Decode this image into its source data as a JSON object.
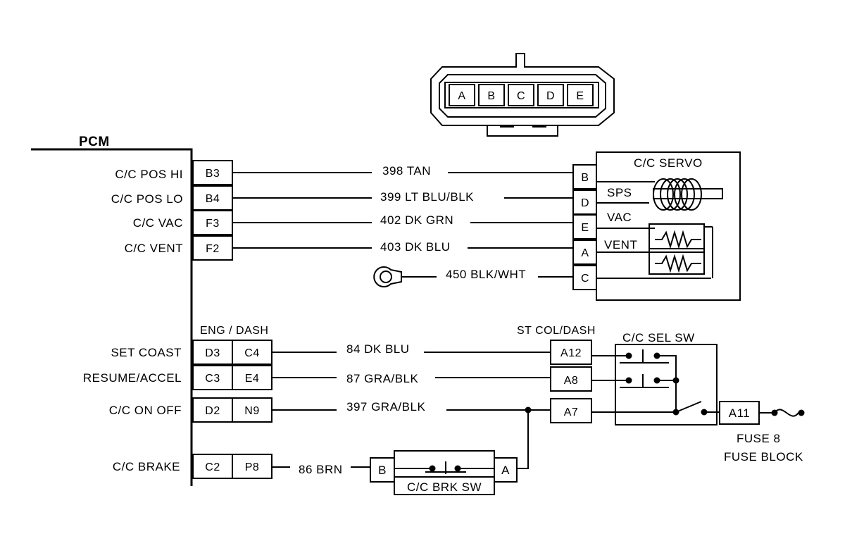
{
  "pcm": {
    "title": "PCM",
    "labels": {
      "pos_hi": "C/C POS HI",
      "pos_lo": "C/C POS LO",
      "vac": "C/C VAC",
      "vent": "C/C VENT",
      "set_coast": "SET COAST",
      "resume_accel": "RESUME/ACCEL",
      "on_off": "C/C ON  OFF",
      "brake": "C/C BRAKE"
    },
    "pins": {
      "b3": "B3",
      "b4": "B4",
      "f3": "F3",
      "f2": "F2",
      "d3": "D3",
      "c3": "C3",
      "d2": "D2",
      "c2": "C2"
    }
  },
  "eng_dash": {
    "title": "ENG / DASH",
    "pins": {
      "c4": "C4",
      "e4": "E4",
      "n9": "N9",
      "p8": "P8"
    }
  },
  "connector_pins": [
    "A",
    "B",
    "C",
    "D",
    "E"
  ],
  "wires": {
    "w398": "398 TAN",
    "w399": "399 LT BLU/BLK",
    "w402": "402 DK GRN",
    "w403": "403 DK BLU",
    "w450": "450 BLK/WHT",
    "w84": "84 DK BLU",
    "w87": "87 GRA/BLK",
    "w397": "397 GRA/BLK",
    "w86": "86 BRN"
  },
  "servo": {
    "title": "C/C SERVO",
    "pins": {
      "b": "B",
      "d": "D",
      "e": "E",
      "a": "A",
      "c": "C"
    },
    "labels": {
      "sps": "SPS",
      "vac": "VAC",
      "vent": "VENT"
    }
  },
  "st_col_dash": {
    "title": "ST COL/DASH",
    "pins": {
      "a12": "A12",
      "a8": "A8",
      "a7": "A7"
    }
  },
  "sel_sw": {
    "title": "C/C SEL SW"
  },
  "brk_sw": {
    "title": "C/C BRK SW",
    "pins": {
      "b": "B",
      "a": "A"
    }
  },
  "fuse": {
    "pin": "A11",
    "line1": "FUSE 8",
    "line2": "FUSE BLOCK"
  }
}
